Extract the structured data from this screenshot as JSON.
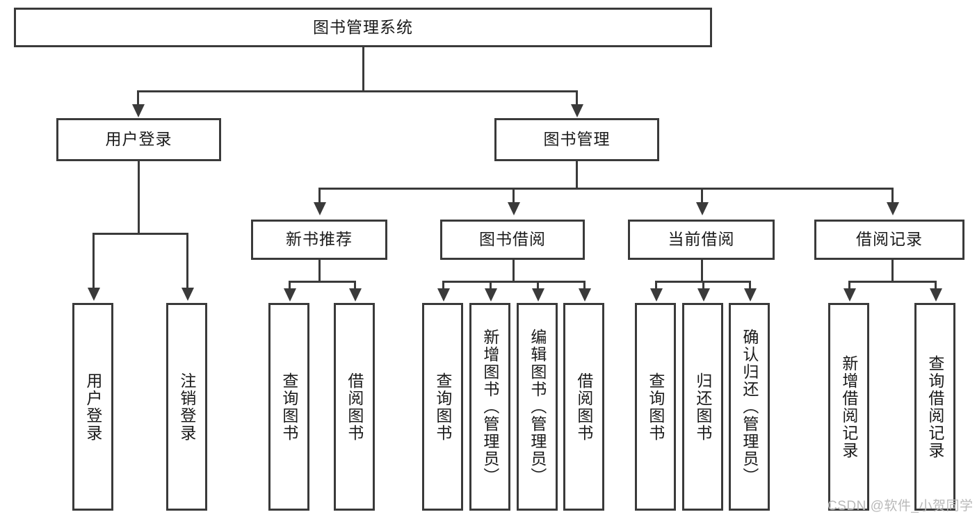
{
  "diagram": {
    "type": "tree-hierarchy",
    "title": "图书管理系统",
    "root": {
      "label": "图书管理系统",
      "id": "root"
    },
    "level1": [
      {
        "id": "user-login",
        "label": "用户登录"
      },
      {
        "id": "book-management",
        "label": "图书管理"
      }
    ],
    "level2": [
      {
        "id": "new-book-recommend",
        "label": "新书推荐",
        "parent": "book-management"
      },
      {
        "id": "book-borrow",
        "label": "图书借阅",
        "parent": "book-management"
      },
      {
        "id": "current-borrow",
        "label": "当前借阅",
        "parent": "book-management"
      },
      {
        "id": "borrow-record",
        "label": "借阅记录",
        "parent": "book-management"
      }
    ],
    "leaves": [
      {
        "id": "leaf-user-login",
        "label": "用户登录",
        "parent": "user-login"
      },
      {
        "id": "leaf-user-logout",
        "label": "注销登录",
        "parent": "user-login"
      },
      {
        "id": "leaf-query-book-1",
        "label": "查询图书",
        "parent": "new-book-recommend"
      },
      {
        "id": "leaf-borrow-book-1",
        "label": "借阅图书",
        "parent": "new-book-recommend"
      },
      {
        "id": "leaf-query-book-2",
        "label": "查询图书",
        "parent": "book-borrow"
      },
      {
        "id": "leaf-add-book",
        "label": "新增图书（管理员）",
        "parent": "book-borrow"
      },
      {
        "id": "leaf-edit-book",
        "label": "编辑图书（管理员）",
        "parent": "book-borrow"
      },
      {
        "id": "leaf-borrow-book-2",
        "label": "借阅图书",
        "parent": "book-borrow"
      },
      {
        "id": "leaf-query-book-3",
        "label": "查询图书",
        "parent": "current-borrow"
      },
      {
        "id": "leaf-return-book",
        "label": "归还图书",
        "parent": "current-borrow"
      },
      {
        "id": "leaf-confirm-return",
        "label": "确认归还（管理员）",
        "parent": "current-borrow"
      },
      {
        "id": "leaf-add-record",
        "label": "新增借阅记录",
        "parent": "borrow-record"
      },
      {
        "id": "leaf-query-record",
        "label": "查询借阅记录",
        "parent": "borrow-record"
      }
    ]
  },
  "watermark": {
    "text": "CSDN @软件_小贺同学"
  },
  "colors": {
    "stroke": "#3a3a3a",
    "background": "#ffffff",
    "text": "#1a1a1a",
    "watermark": "#b9b9b9"
  }
}
